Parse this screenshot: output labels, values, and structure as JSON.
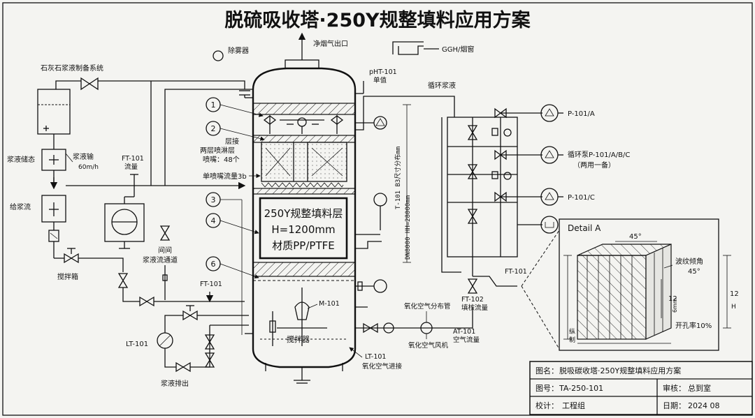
{
  "title": "脱硫吸收塔·250Y规整填料应用方案",
  "top": {
    "demister": "除雾器",
    "clean_gas_outlet": "净烟气出口",
    "ggh": "GGH/烟窗",
    "pht": "pHT-101",
    "pht_sub": "单值",
    "circ_slurry": "循环浆液",
    "limestone_system": "石灰石浆液制备系统"
  },
  "left": {
    "slurry_tank": "浆液储态",
    "slurry_pump": "浆液输",
    "pump_rate": "60m/h",
    "ft101_a": "FT-101",
    "ft101_a_sub": "流量",
    "feed_pump": "给浆流",
    "agitator_box": "搅拌箱",
    "valve_label": "间间",
    "bypass": "浆液流通道",
    "ft101_b": "FT-101",
    "lt101_left": "LT-101",
    "slurry_discharge": "浆液排出"
  },
  "tower": {
    "layer_label": "层接",
    "spray_layers": "两层喷淋层",
    "nozzles": "喷嘴：48个",
    "nozzle_flow": "单喷嘴流量3b",
    "packing_title": "250Y规整填料层",
    "packing_height": "H=1200mm",
    "packing_material": "材质PP/PTFE",
    "vert_dim_1": "T-101  B3尺寸分布mm",
    "vert_dim_2": "DN8000  HH=28000mm",
    "m101": "M-101",
    "agitator": "搅拌器",
    "lt101": "LT-101",
    "oxidation_inlet": "氧化空气进接"
  },
  "callouts": [
    "1",
    "2",
    "3",
    "4",
    "6"
  ],
  "right": {
    "p101a": "P-101/A",
    "circ_pump": "循环泵P-101/A/B/C",
    "circ_pump_sub": "（两用一备）",
    "p101c": "P-101/C",
    "ft101": "FT-101",
    "ft102": "FT-102",
    "ft102_sub": "填核流量",
    "oxidation_header": "氧化空气分布管",
    "oxidation_fan": "氧化空气风机",
    "at101": "AT-101",
    "at101_sub": "空气流量"
  },
  "detail": {
    "title": "Detail A",
    "angle_top": "45°",
    "corrugation_angle": "波纹倾角",
    "corrugation_angle_value": "45°",
    "height_12": "12",
    "height_unit": "6mm",
    "h_label": "12",
    "h_unit": "H",
    "open_ratio": "开孔率10%",
    "side_label": "纵",
    "side_label_2": "制"
  },
  "title_block": {
    "drawing_name_label": "图名：",
    "drawing_name": "脱吸碳收塔·250Y规整填料应用方案",
    "drawing_no_label": "图号：",
    "drawing_no": "TA-250-101",
    "review_label": "审核：",
    "review": "总到室",
    "check_label": "校计：",
    "check": "工程组",
    "date_label": "日期：",
    "date": "2024 08"
  }
}
